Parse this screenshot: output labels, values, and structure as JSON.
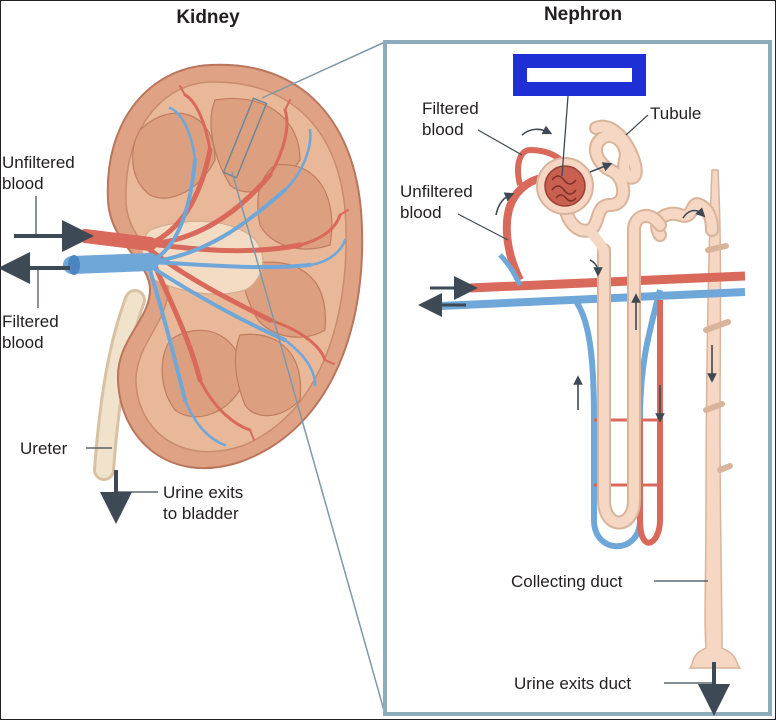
{
  "titles": {
    "kidney": "Kidney",
    "nephron": "Nephron"
  },
  "kidney_labels": {
    "unfiltered_blood": [
      "Unfiltered",
      "blood"
    ],
    "filtered_blood": [
      "Filtered",
      "blood"
    ],
    "ureter": "Ureter",
    "urine_exits": [
      "Urine exits",
      "to bladder"
    ]
  },
  "nephron_labels": {
    "filtered_blood": [
      "Filtered",
      "blood"
    ],
    "tubule": "Tubule",
    "unfiltered_blood": [
      "Unfiltered",
      "blood"
    ],
    "collecting_duct": "Collecting duct",
    "urine_exits_duct": "Urine exits duct",
    "hidden_label": ""
  },
  "colors": {
    "artery": "#d9695a",
    "artery_dark": "#b84a3d",
    "vein": "#6fa7d9",
    "vein_dark": "#4a86bf",
    "tubule": "#f6d7c3",
    "tubule_edge": "#d9b49b",
    "kidney_cortex": "#e6ab8c",
    "kidney_inner": "#f0c9af",
    "kidney_edge": "#c9856a",
    "frame": "#8eaabd",
    "label_box": "#1f2fd6",
    "arrow": "#3d4a55"
  }
}
